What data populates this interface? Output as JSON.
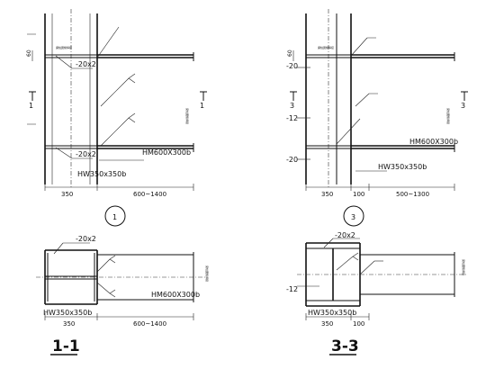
{
  "detail1": {
    "plate_top": "-20x2",
    "plate_bottom": "-20x2",
    "beam": "HM600X300b",
    "column": "HW350x350b",
    "dim_col": "350",
    "dim_beam": "600~1400",
    "marker": "1",
    "cut_label": "1",
    "cut_label_right": "1",
    "note_side": "梁柱翼缘焊接",
    "note_top": "梁柱翼缘焊接",
    "dim_60": "60"
  },
  "detail3": {
    "plate_top": "-20",
    "plate_mid": "-12",
    "plate_bottom": "-20",
    "beam": "HM600X300b",
    "column": "HW350x350b",
    "dim_col": "350",
    "dim_gap": "100",
    "dim_beam": "500~1300",
    "marker": "3",
    "cut_label": "3",
    "cut_label_right": "3",
    "note_side": "梁柱翼缘焊接",
    "note_top": "梁柱翼缘焊接",
    "dim_60": "60"
  },
  "section11": {
    "title": "1-1",
    "plate": "-20x2",
    "beam": "HM600X300b",
    "column": "HW350x350b",
    "dim_col": "350",
    "dim_beam": "600~1400",
    "note_side": "梁柱翼缘焊接"
  },
  "section33": {
    "title": "3-3",
    "plate_top": "-20x2",
    "plate_mid": "-12",
    "column": "HW350x350b",
    "dim_col": "350",
    "dim_gap": "100",
    "note_side": "梁柱翼缘焊接"
  }
}
